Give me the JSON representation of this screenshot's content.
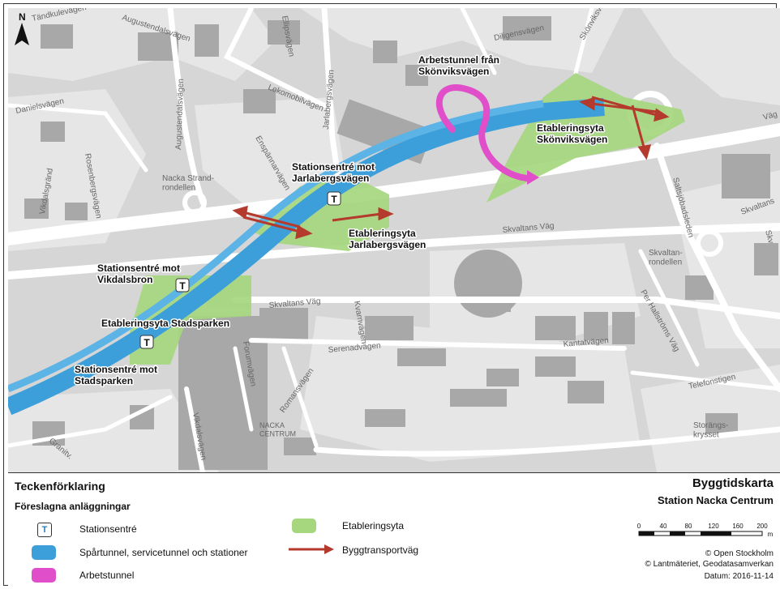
{
  "map": {
    "north_label": "N",
    "streets": {
      "tandkulevagen": "Tändkulevägen",
      "augustendalsvagen_top": "Augustendalsvägen",
      "ellipsvagen": "Ellipsvägen",
      "diligensvagen": "Diligensvägen",
      "skonviksvagen": "Skönviksvägen",
      "lokomobilvagen": "Lokomobilvägen",
      "jarlabergsvagen": "Jarlabergsvägen",
      "augustendalsvagen": "Augustendalsvägen",
      "danielsvagen": "Danielsvägen",
      "ensparrarvagen": "Enspännarvägen",
      "vikdalsgrand": "Vikdalsgränd",
      "rosenbergsvagen": "Rosenbergsvägen",
      "nacka_strandrondellen": "Nacka Strand-\nrondellen",
      "saltsjobadsleden": "Saltsjöbadsleden",
      "skvaltans_vag_east": "Skvaltans Väg",
      "skvaltans_vag": "Skvaltans Väg",
      "skvaltanrondellen": "Skvaltan-\nrondellen",
      "per_hallstroms_vag": "Per Hallströms Väg",
      "kvarnvagen": "Kvarnvägen",
      "serenadvagen": "Serenadvägen",
      "kantatvagen": "Kantatvägen",
      "forumvagen": "Forumvägen",
      "romansvagen": "Romansvägen",
      "vikdalsvagen": "Vikdalsvägen",
      "telefonstigen": "Telefonstigen",
      "storangskrysset": "Storängs-\nkrysset",
      "granitv": "Granitv.",
      "nacka_centrum": "NACKA\nCENTRUM",
      "skvaltans_edge": "Skvaltans",
      "vag_edge": "Väg",
      "skvaltan_edge": "Skv"
    },
    "labels": {
      "arbetstunnel": "Arbetstunnel från\nSkönviksvägen",
      "etab_skonvik": "Etableringsyta\nSkönviksvägen",
      "station_jarla": "Stationsentré mot\nJarlabergsvägen",
      "etab_jarla": "Etableringsyta\nJarlabergsvägen",
      "station_vikdal": "Stationsentré mot\nVikdalsbron",
      "etab_stadsparken": "Etableringsyta Stadsparken",
      "station_stadsparken": "Stationsentré mot\nStadsparken"
    },
    "station_symbol": "T"
  },
  "legend": {
    "title": "Teckenförklaring",
    "subtitle": "Föreslagna anläggningar",
    "items": {
      "station": "Stationsentré",
      "tunnel": "Spårtunnel, servicetunnel och stationer",
      "arbetstunnel": "Arbetstunnel",
      "etablering": "Etableringsyta",
      "transport": "Byggtransportväg"
    },
    "colors": {
      "tunnel": "#3d9fd9",
      "arbetstunnel": "#e04fc9",
      "etablering": "#a6d77f",
      "transport": "#b53a2e"
    },
    "map_title": "Byggtidskarta",
    "map_subtitle": "Station Nacka Centrum",
    "scale": {
      "ticks": [
        "0",
        "40",
        "80",
        "120",
        "160",
        "200"
      ],
      "unit": "m"
    },
    "credit_1": "© Open Stockholm",
    "credit_2": "© Lantmäteriet, Geodatasamverkan",
    "date": "Datum: 2016-11-14"
  }
}
